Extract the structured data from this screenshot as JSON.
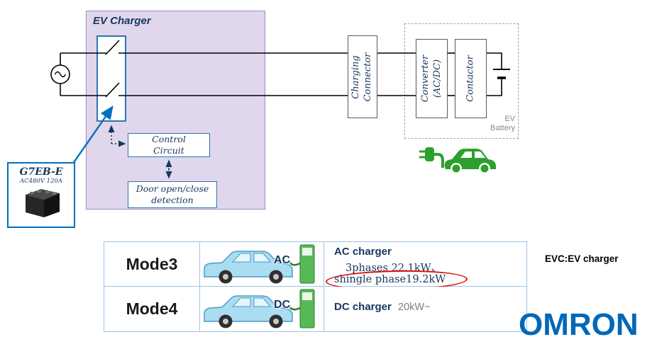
{
  "colors": {
    "navy_text": "#17375e",
    "panel_fill": "#e0d7ec",
    "relay_border_blue": "#0070c0",
    "ev_green": "#2ca02c",
    "highlight_red": "#dd1111",
    "omron_blue": "#0068b7",
    "table_border_blue": "#9cc3e5"
  },
  "diagram": {
    "panel_title": "EV Charger",
    "control_circuit": "Control\nCircuit",
    "door_detection": "Door open/close\ndetection",
    "charging_connector": "Charging\nConnector",
    "converter": "Converter\n(AC/DC)",
    "contactor": "Contactor",
    "ev_battery": "EV\nBattery",
    "relay_name": "G7EB-E",
    "relay_spec": "AC480V 120A"
  },
  "table": {
    "rows": [
      {
        "mode": "Mode3",
        "current_label": "AC",
        "title": "AC charger",
        "detail1": "3phases 22.1kW、",
        "detail2": "shingle phase19.2kW"
      },
      {
        "mode": "Mode4",
        "current_label": "DC",
        "title": "DC charger",
        "detail1": "20kW~"
      }
    ]
  },
  "footer": {
    "note": "EVC:EV charger",
    "logo": "OMRON"
  }
}
